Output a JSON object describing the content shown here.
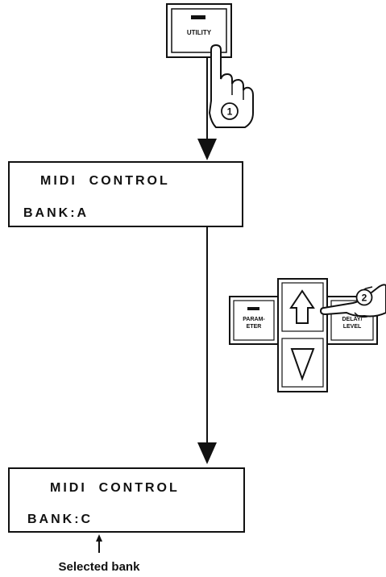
{
  "utility_key": {
    "label": "UTILITY",
    "step": "1"
  },
  "display_before": {
    "line1": "MIDI  CONTROL",
    "line2": "BANK:A"
  },
  "cursor_cluster": {
    "left_key_line1": "PARAM-",
    "left_key_line2": "ETER",
    "right_key_line1": "DELAY/",
    "right_key_line2": "LEVEL",
    "step": "2",
    "up_icon": "up-arrow-key-icon",
    "down_icon": "down-arrow-key-icon"
  },
  "display_after": {
    "line1": "MIDI  CONTROL",
    "line2": "BANK:C"
  },
  "caption": "Selected bank"
}
